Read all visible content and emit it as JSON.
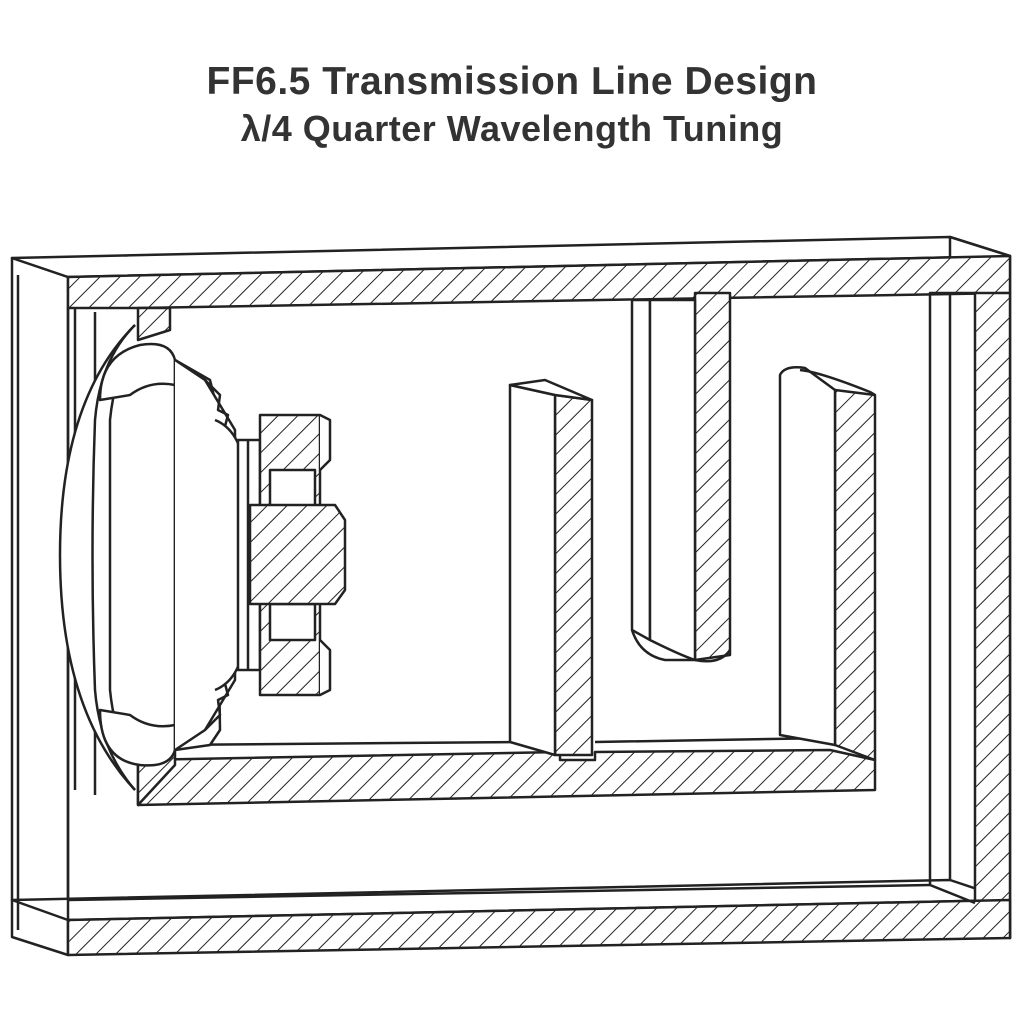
{
  "header": {
    "title": "FF6.5 Transmission Line Design",
    "subtitle": "λ/4 Quarter Wavelength Tuning"
  },
  "diagram": {
    "subject": "transmission-line-enclosure-cutaway",
    "parts": [
      "enclosure",
      "driver",
      "folded-line-baffles",
      "line-exit"
    ],
    "colors": {
      "stroke": "#222222",
      "fill": "#ffffff",
      "text": "#333333"
    }
  }
}
